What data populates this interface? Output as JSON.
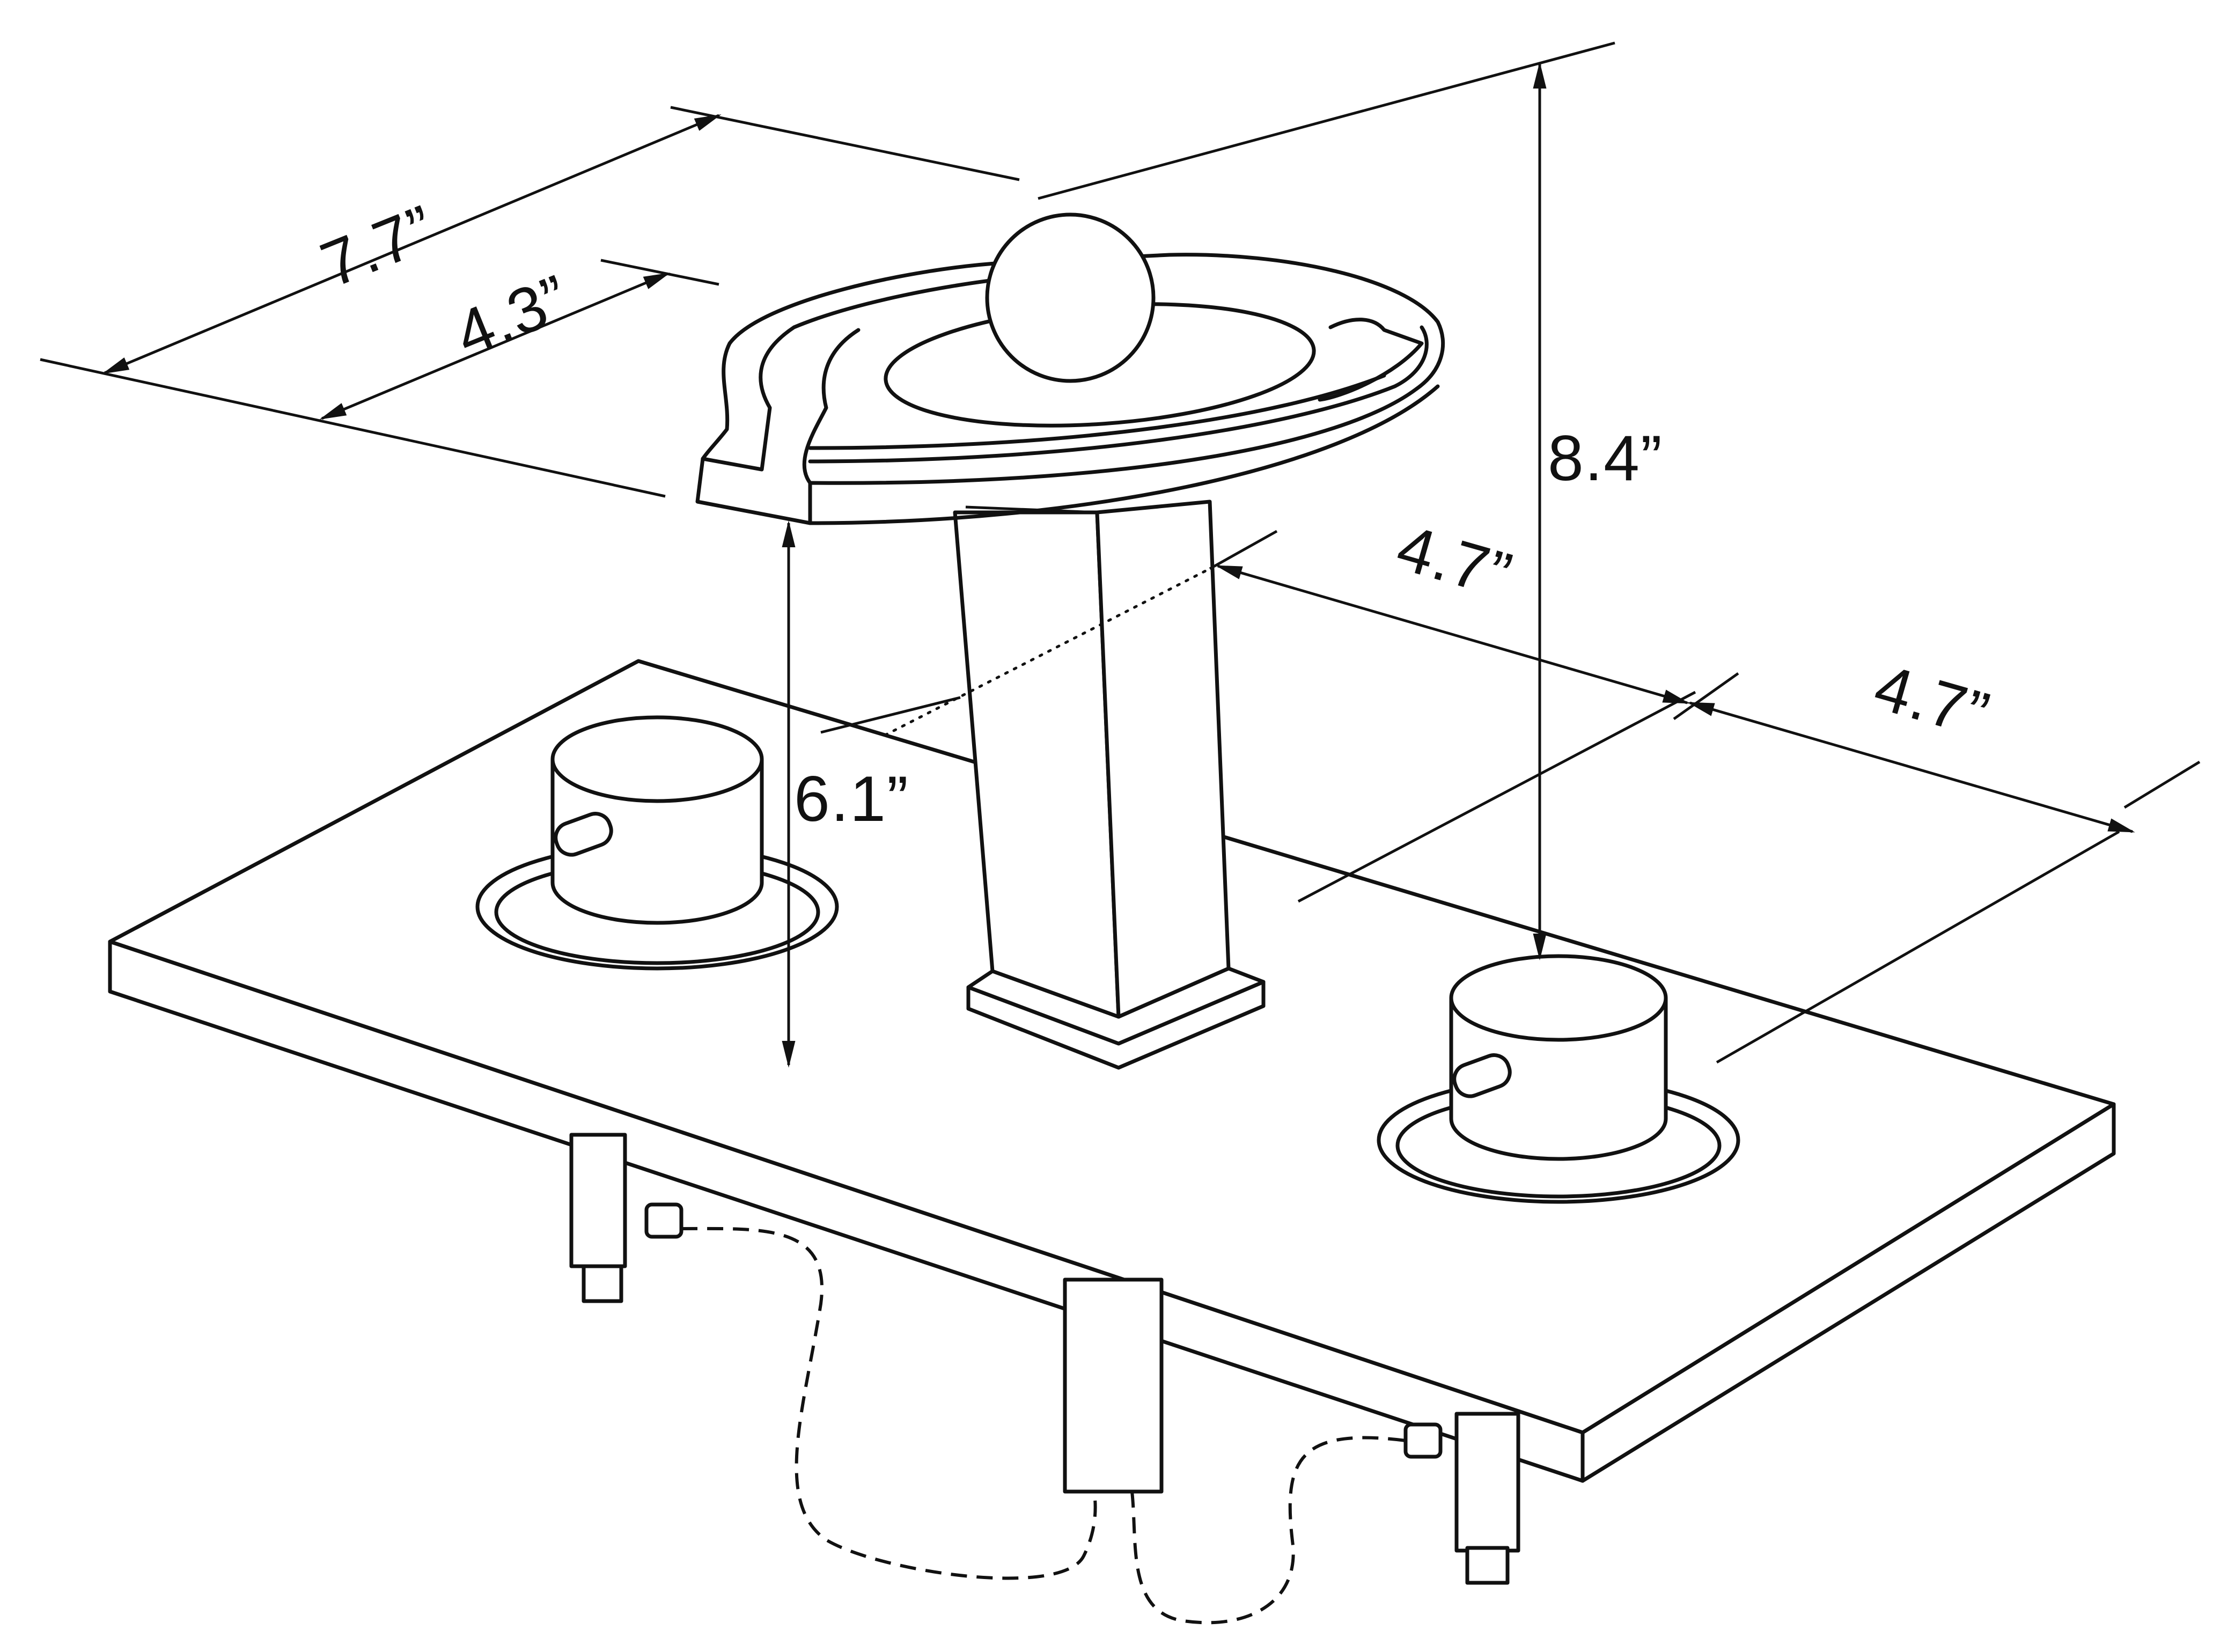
{
  "diagram": {
    "dimensions": {
      "spout_length": "7.7”",
      "spout_inner_length": "4.3”",
      "total_height": "8.4”",
      "spout_clearance": "6.1”",
      "handle_spacing_left": "4.7”",
      "handle_spacing_right": "4.7”"
    },
    "colors": {
      "line": "#111111",
      "background": "#ffffff"
    }
  }
}
